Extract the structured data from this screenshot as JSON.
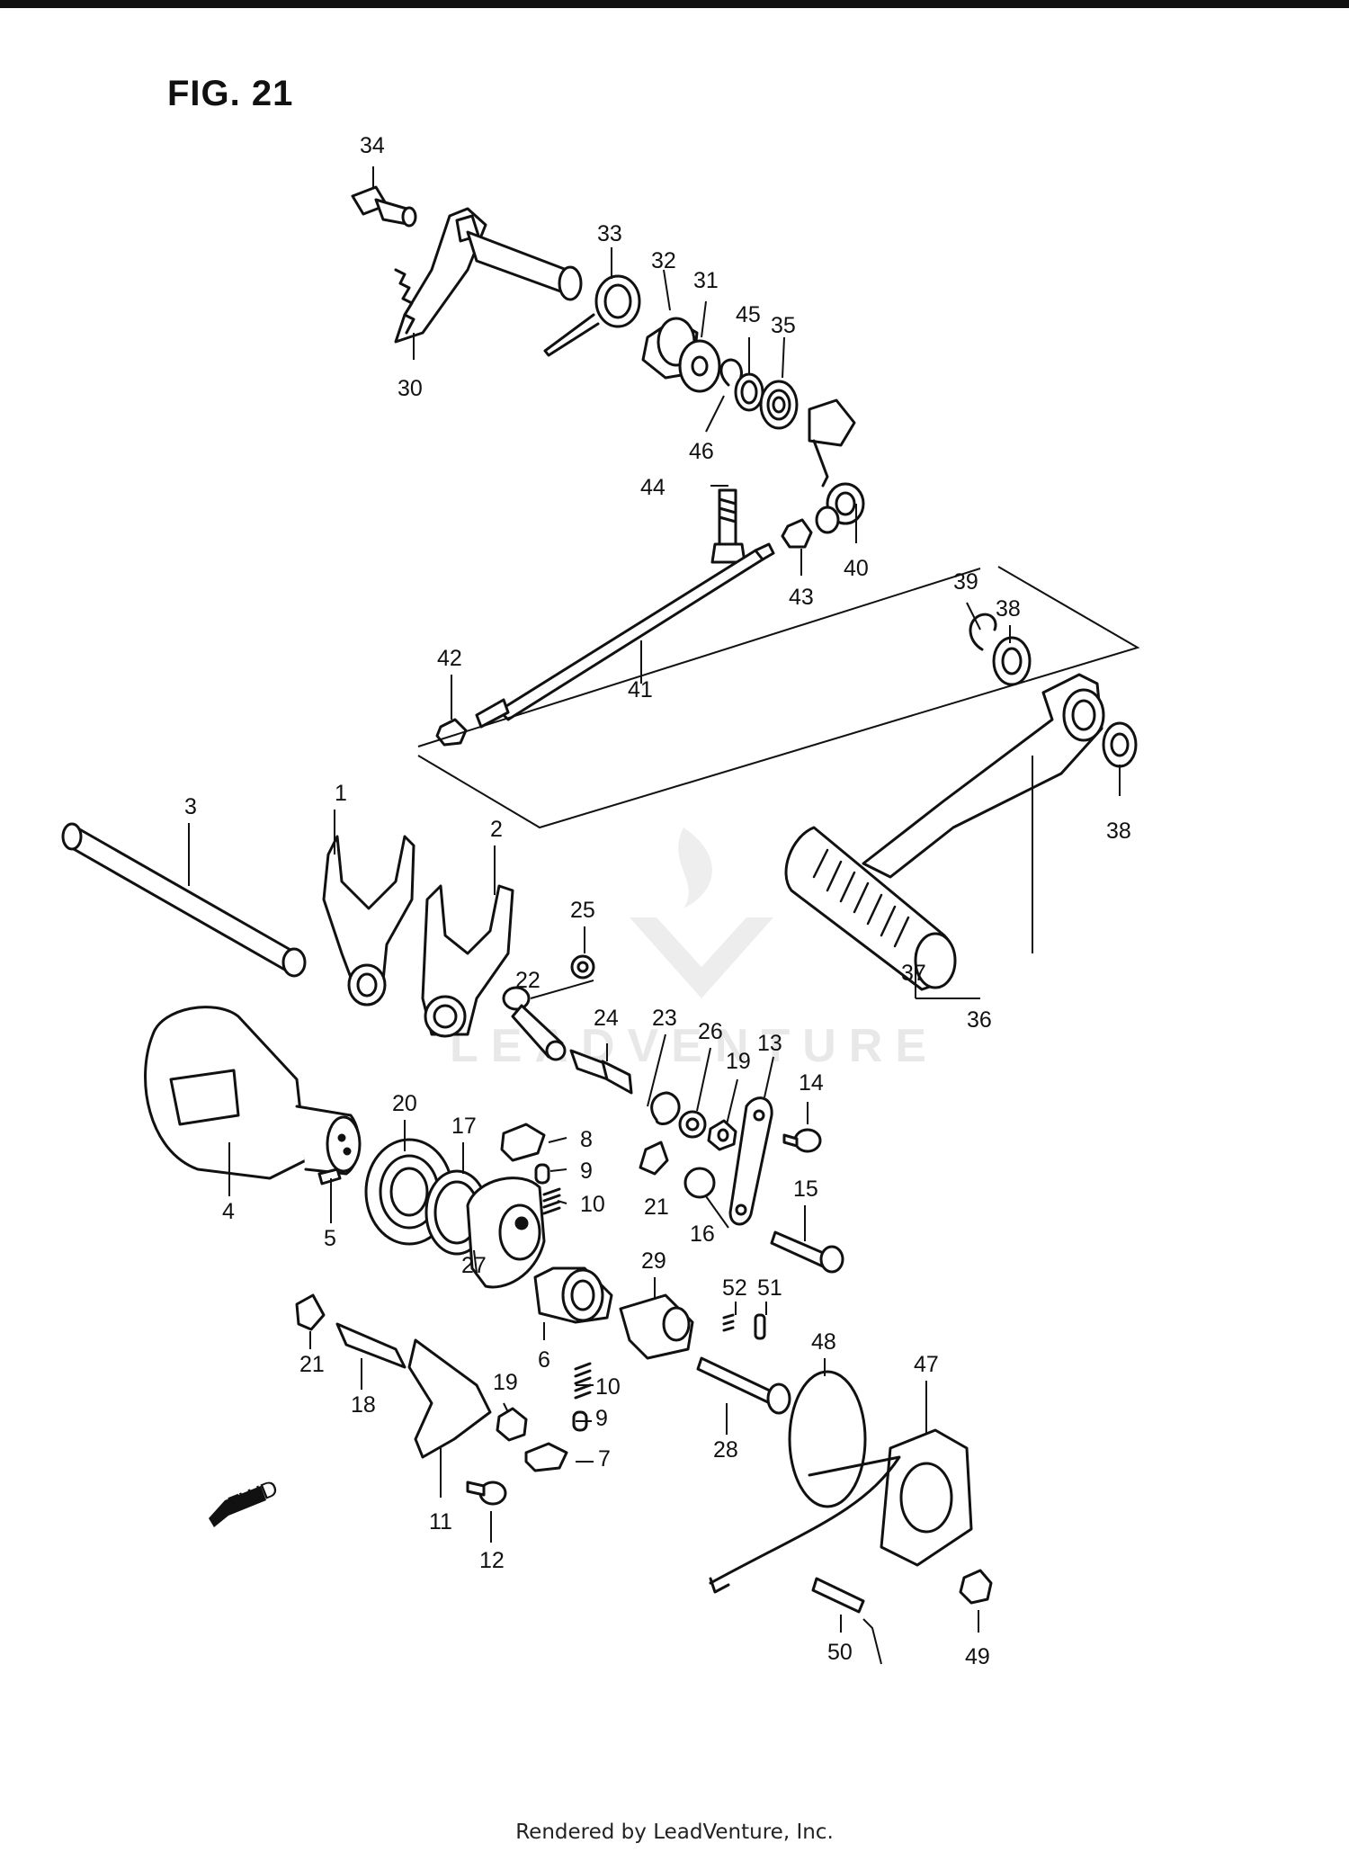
{
  "figure_title": "FIG. 21",
  "footer": "Rendered by LeadVenture, Inc.",
  "watermark": "LEADVENTURE",
  "fwd_arrow_label": "FWD",
  "callouts": [
    "1",
    "2",
    "3",
    "4",
    "5",
    "6",
    "7",
    "8",
    "9",
    "9",
    "10",
    "10",
    "11",
    "12",
    "13",
    "14",
    "15",
    "16",
    "17",
    "18",
    "19",
    "19",
    "20",
    "21",
    "21",
    "22",
    "23",
    "24",
    "25",
    "26",
    "27",
    "28",
    "29",
    "30",
    "31",
    "32",
    "33",
    "34",
    "35",
    "36",
    "37",
    "38",
    "38",
    "39",
    "40",
    "41",
    "42",
    "43",
    "44",
    "45",
    "46",
    "47",
    "48",
    "49",
    "50",
    "51",
    "52"
  ]
}
